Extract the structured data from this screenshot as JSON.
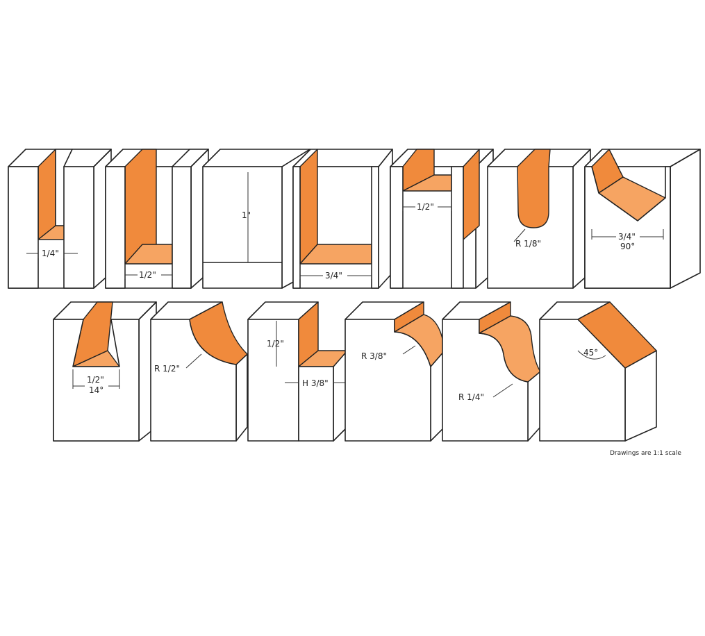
{
  "row1": [
    {
      "id": "straight-1-4",
      "labels": [
        "1/4\""
      ]
    },
    {
      "id": "straight-1-2",
      "labels": [
        "1/2\""
      ]
    },
    {
      "id": "depth-1",
      "labels": [
        "1\""
      ]
    },
    {
      "id": "straight-3-4",
      "labels": [
        "3/4\""
      ]
    },
    {
      "id": "rabbet-1-2",
      "labels": [
        "1/2\""
      ]
    },
    {
      "id": "core-box",
      "labels": [
        "R 1/8\""
      ]
    },
    {
      "id": "v-groove",
      "labels": [
        "3/4\"",
        "90°"
      ]
    }
  ],
  "row2": [
    {
      "id": "dovetail",
      "labels": [
        "1/2\"",
        "14°"
      ]
    },
    {
      "id": "cove",
      "labels": [
        "R 1/2\""
      ]
    },
    {
      "id": "rabbet-h",
      "labels": [
        "1/2\"",
        "H 3/8\""
      ]
    },
    {
      "id": "roman-ogee",
      "labels": [
        "R 3/8\""
      ]
    },
    {
      "id": "ogee",
      "labels": [
        "R 1/4\""
      ]
    },
    {
      "id": "chamfer",
      "labels": [
        "45°"
      ]
    }
  ],
  "note": "Drawings are 1:1 scale",
  "colors": {
    "cut": "#f08a3c",
    "outline": "#222222"
  }
}
